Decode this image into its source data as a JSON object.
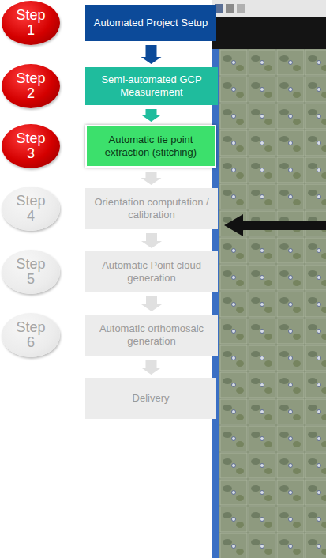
{
  "diagram": {
    "nodes": [
      {
        "text": [
          "Step 1"
        ]
      },
      {
        "text": [
          "Automated Project Setup"
        ]
      },
      {
        "text": [
          "Step 2"
        ]
      },
      {
        "text": [
          "Semi-automated GCP Measurement"
        ]
      },
      {
        "text": [
          "Step 3"
        ]
      },
      {
        "text": [
          "Automatic tie point extraction (stitching)"
        ]
      },
      {
        "text": [
          "Step 4"
        ]
      },
      {
        "text": [
          "Orientation computation / calibration"
        ]
      },
      {
        "text": [
          "Step 5"
        ]
      },
      {
        "text": [
          "Automatic Point cloud generation"
        ]
      },
      {
        "text": [
          "Step 6"
        ]
      },
      {
        "text": [
          "Automatic orthomosaic generation"
        ]
      },
      {
        "text": [
          "Delivery"
        ]
      }
    ],
    "edges": [
      {
        "from": 1,
        "to": 3,
        "arrow": "to"
      },
      {
        "from": 3,
        "to": 5,
        "arrow": "to"
      },
      {
        "from": 5,
        "to": 7,
        "arrow": "to"
      },
      {
        "from": 7,
        "to": 9,
        "arrow": "to"
      },
      {
        "from": 9,
        "to": 11,
        "arrow": "to"
      },
      {
        "from": 11,
        "to": 12,
        "arrow": "to"
      }
    ]
  }
}
